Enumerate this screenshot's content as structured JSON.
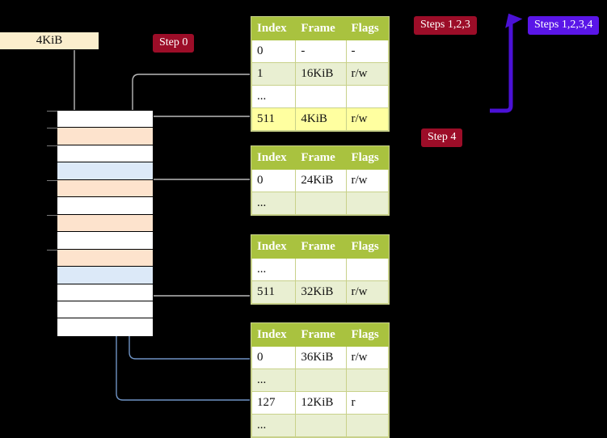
{
  "diagram": {
    "title": "multi-level page table walk",
    "colors": {
      "table_header_bg": "#a9c23f",
      "table_row_tint": "#e9efd2",
      "highlight_cell": "#ffffa0",
      "badge_red": "#9c0d28",
      "badge_blue": "#5a16e8",
      "mem_peach": "#fde3cd",
      "mem_blue": "#dce9f8",
      "label_box_bg": "#fbeecd",
      "arrow_gray": "#b9b9b9",
      "arrow_blue": "#6f93c4",
      "arrow_violet": "#4b11d6"
    }
  },
  "labels": {
    "frame_box": "4KiB",
    "step0": "Step 0",
    "step4": "Step 4",
    "steps123": "Steps 1,2,3",
    "steps1234": "Steps 1,2,3,4"
  },
  "tables": [
    {
      "name": "level-1-table",
      "headers": [
        "Index",
        "Frame",
        "Flags"
      ],
      "rows": [
        {
          "tint": false,
          "cells": [
            "0",
            "-",
            "-"
          ],
          "highlight": false
        },
        {
          "tint": true,
          "cells": [
            "1",
            "16KiB",
            "r/w"
          ],
          "highlight": false
        },
        {
          "tint": false,
          "cells": [
            "...",
            "",
            ""
          ],
          "highlight": false
        },
        {
          "tint": true,
          "cells": [
            "511",
            "4KiB",
            "r/w"
          ],
          "highlight": true
        }
      ]
    },
    {
      "name": "level-2-table",
      "headers": [
        "Index",
        "Frame",
        "Flags"
      ],
      "rows": [
        {
          "tint": false,
          "cells": [
            "0",
            "24KiB",
            "r/w"
          ],
          "highlight": false
        },
        {
          "tint": true,
          "cells": [
            "...",
            "",
            ""
          ],
          "highlight": false
        }
      ]
    },
    {
      "name": "level-3-table",
      "headers": [
        "Index",
        "Frame",
        "Flags"
      ],
      "rows": [
        {
          "tint": false,
          "cells": [
            "...",
            "",
            ""
          ],
          "highlight": false
        },
        {
          "tint": true,
          "cells": [
            "511",
            "32KiB",
            "r/w"
          ],
          "highlight": false
        }
      ]
    },
    {
      "name": "level-4-table",
      "headers": [
        "Index",
        "Frame",
        "Flags"
      ],
      "rows": [
        {
          "tint": false,
          "cells": [
            "0",
            "36KiB",
            "r/w"
          ],
          "highlight": false
        },
        {
          "tint": true,
          "cells": [
            "...",
            "",
            ""
          ],
          "highlight": false
        },
        {
          "tint": false,
          "cells": [
            "127",
            "12KiB",
            "r"
          ],
          "highlight": false
        },
        {
          "tint": true,
          "cells": [
            "...",
            "",
            ""
          ],
          "highlight": false
        }
      ]
    }
  ],
  "memory_column": {
    "name": "physical-memory-frames",
    "rows": [
      {
        "fill": "white",
        "tick": true
      },
      {
        "fill": "peach",
        "tick": true
      },
      {
        "fill": "white",
        "tick": true
      },
      {
        "fill": "blue",
        "tick": false
      },
      {
        "fill": "peach",
        "tick": true
      },
      {
        "fill": "white",
        "tick": false
      },
      {
        "fill": "peach",
        "tick": true
      },
      {
        "fill": "white",
        "tick": false
      },
      {
        "fill": "peach",
        "tick": true
      },
      {
        "fill": "blue",
        "tick": false
      },
      {
        "fill": "white",
        "tick": false
      },
      {
        "fill": "white",
        "tick": false
      },
      {
        "fill": "white",
        "tick": false
      }
    ]
  }
}
